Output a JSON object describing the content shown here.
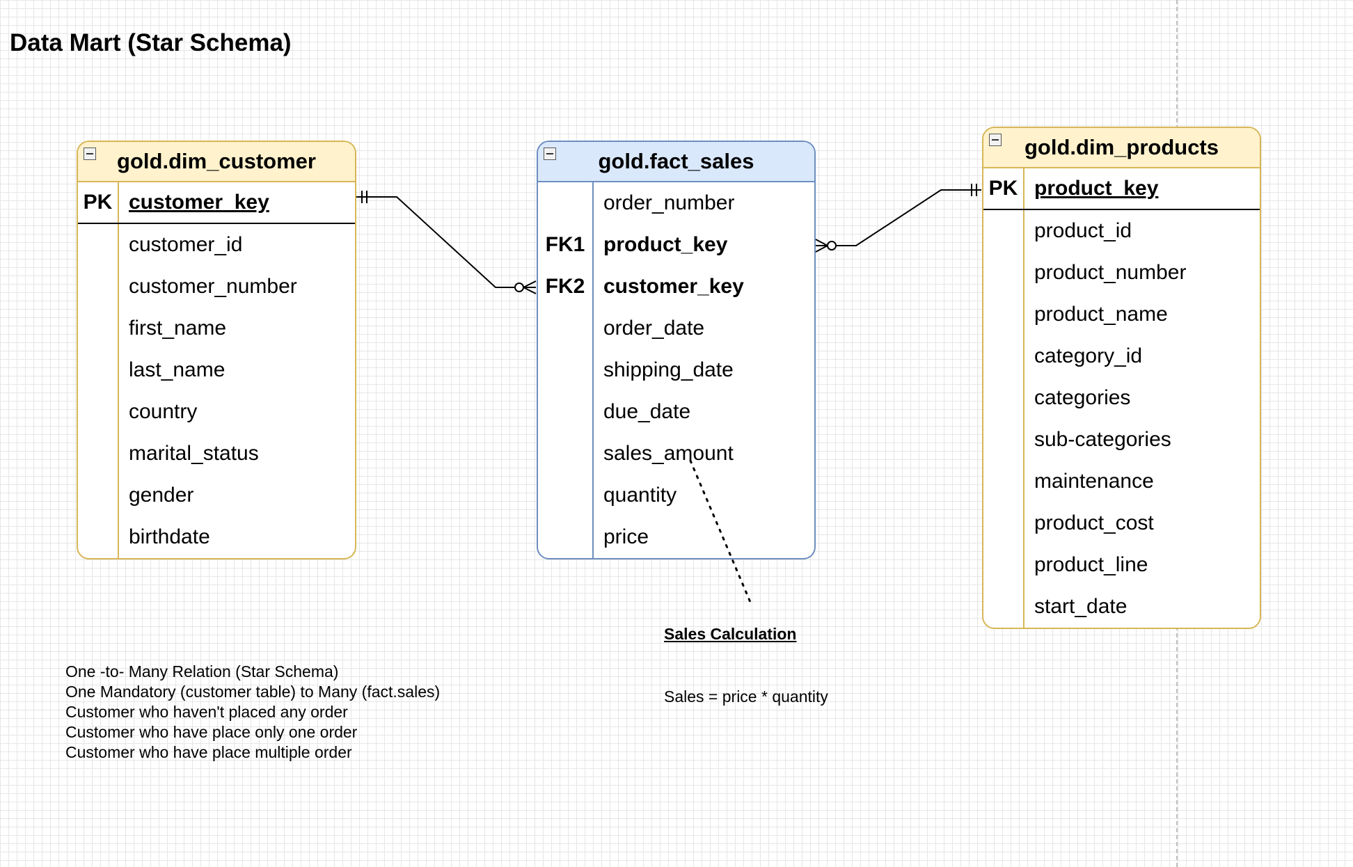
{
  "title": "Data Mart (Star Schema)",
  "entities": {
    "customer": {
      "name": "gold.dim_customer",
      "pk_label": "PK",
      "pk_field": "customer_key",
      "fields": [
        "customer_id",
        "customer_number",
        "first_name",
        "last_name",
        "country",
        "marital_status",
        "gender",
        "birthdate"
      ]
    },
    "sales": {
      "name": "gold.fact_sales",
      "rows": [
        {
          "key": "",
          "field": "order_number"
        },
        {
          "key": "FK1",
          "field": "product_key"
        },
        {
          "key": "FK2",
          "field": "customer_key"
        },
        {
          "key": "",
          "field": "order_date"
        },
        {
          "key": "",
          "field": "shipping_date"
        },
        {
          "key": "",
          "field": "due_date"
        },
        {
          "key": "",
          "field": "sales_amount"
        },
        {
          "key": "",
          "field": "quantity"
        },
        {
          "key": "",
          "field": "price"
        }
      ]
    },
    "products": {
      "name": "gold.dim_products",
      "pk_label": "PK",
      "pk_field": "product_key",
      "fields": [
        "product_id",
        "product_number",
        "product_name",
        "category_id",
        "categories",
        "sub-categories",
        "maintenance",
        "product_cost",
        "product_line",
        "start_date"
      ]
    }
  },
  "notes": {
    "relation": [
      "One -to- Many Relation (Star Schema)",
      "One Mandatory (customer table) to Many (fact.sales)",
      "Customer who haven't placed any order",
      "Customer who have place only one order",
      "Customer who have place multiple order"
    ],
    "calc_title": "Sales Calculation",
    "calc_formula": "Sales = price * quantity"
  },
  "colors": {
    "dim_fill": "#fff2cc",
    "dim_border": "#d6b656",
    "fact_fill": "#dae8fc",
    "fact_border": "#6c8ebf",
    "grid": "#e6e6e6"
  }
}
